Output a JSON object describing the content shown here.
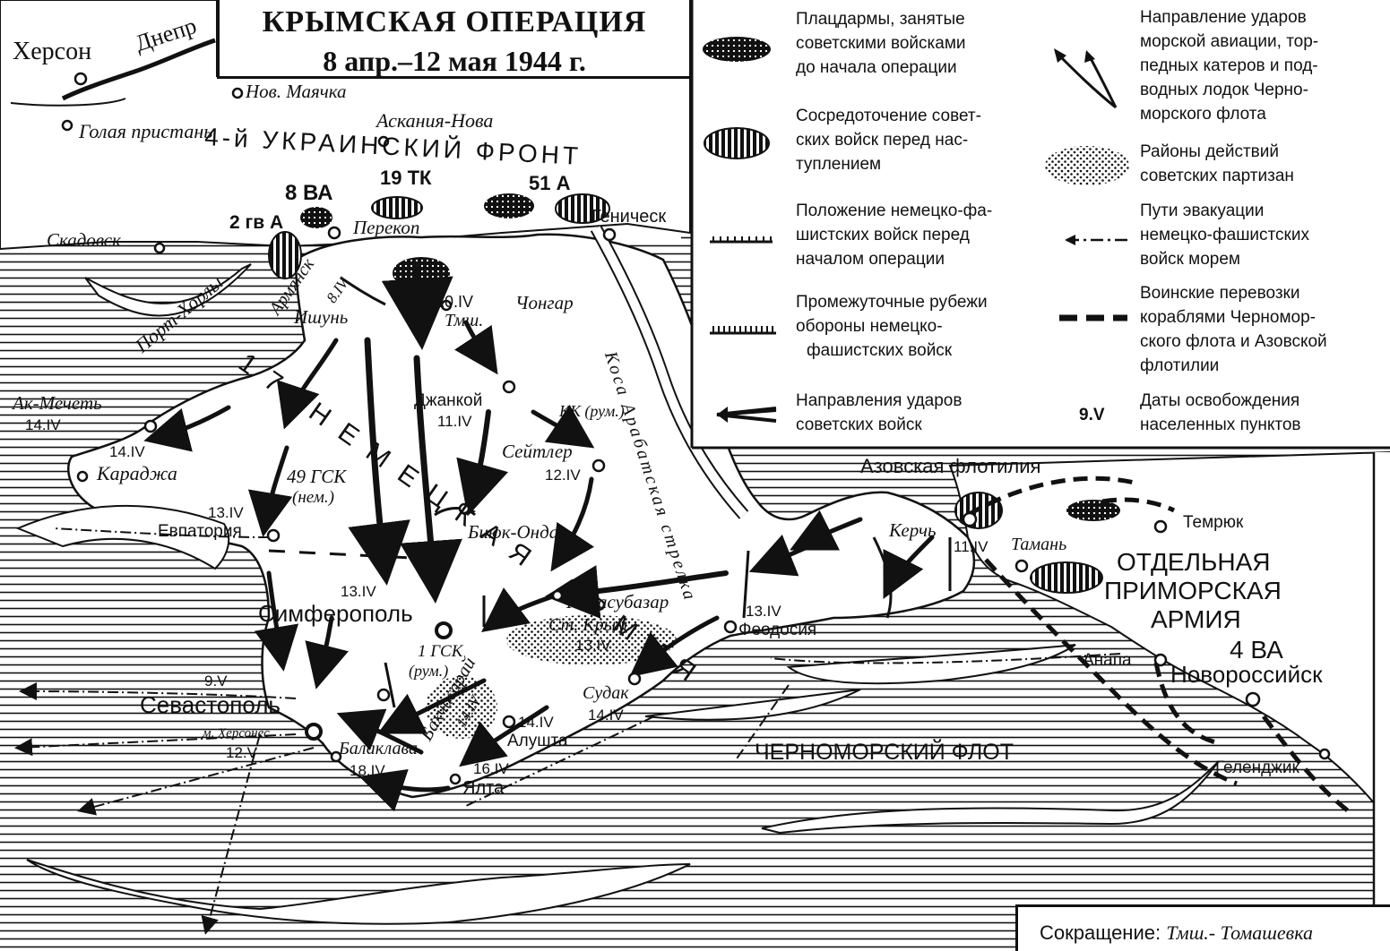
{
  "title": {
    "line1": "КРЫМСКАЯ ОПЕРАЦИЯ",
    "line2": "8 апр.–12 мая 1944 г."
  },
  "legend": {
    "col1": [
      {
        "symbol": "bridgehead",
        "text": [
          "Плацдармы, занятые",
          "советскими войсками",
          "до начала операции"
        ]
      },
      {
        "symbol": "concentration",
        "text": [
          "Сосредоточение совет-",
          "ских войск перед нас-",
          "туплением"
        ]
      },
      {
        "symbol": "german-line",
        "text": [
          "Положение немецко-фа-",
          "шистских войск перед",
          "началом операции"
        ]
      },
      {
        "symbol": "intermediate-line",
        "text": [
          "Промежуточные рубежи",
          "обороны немецко-",
          "фашистских войск"
        ]
      },
      {
        "symbol": "soviet-attack",
        "text": [
          "Направления ударов",
          "советских войск"
        ]
      }
    ],
    "col2": [
      {
        "symbol": "naval-strike",
        "text": [
          "Направление ударов",
          "морской авиации, тор-",
          "педных катеров и под-",
          "водных лодок Черно-",
          "морского флота"
        ]
      },
      {
        "symbol": "partisans",
        "text": [
          "Районы действий",
          "советских партизан"
        ]
      },
      {
        "symbol": "evacuation",
        "text": [
          "Пути эвакуации",
          "немецко-фашистских",
          "войск морем"
        ]
      },
      {
        "symbol": "transport",
        "text": [
          "Воинские перевозки",
          "кораблями Черномор-",
          "ского флота и Азовской",
          "флотилии"
        ]
      },
      {
        "symbol": "date",
        "label": "9.V",
        "text": [
          "Даты освобождения",
          "населенных пунктов"
        ]
      }
    ]
  },
  "places": {
    "kherson": "Херсон",
    "dnepr": "Днепр",
    "golaya": "Голая пристань",
    "novmayachka": "Нов. Маячка",
    "askania": "Аскания-Нова",
    "skadovsk": "Скадовск",
    "perekop": "Перекоп",
    "genichesk": "Геническ",
    "armyansk": "Армянск",
    "armyansk_date": "8.IV",
    "ishun": "Ишунь",
    "chongar": "Чонгар",
    "tmsh": "Тмш.",
    "tmsh_date": "10.IV",
    "port_khorly": "Порт-Хорлы",
    "ak_mechet": "Ак-Мечеть",
    "ak_mechet_date": "14.IV",
    "karadzha": "Караджа",
    "karadzha_date": "14.IV",
    "dzhankoy": "Джанкой",
    "dzhankoy_date": "11.IV",
    "kk": "КК (рум.)",
    "seitler": "Сейтлер",
    "seitler_date": "12.IV",
    "gsk49": "49 ГСК",
    "gsk49_sub": "(нем.)",
    "evpatoria": "Евпатория",
    "evpatoria_date": "13.IV",
    "biyuk": "Биюк-Ондар",
    "simferopol": "Симферополь",
    "simferopol_date": "13.IV",
    "karasubazar": "Карасубазар",
    "stkrym": "Ст. Крым",
    "stkrym_date": "13.IV",
    "feodosia": "Феодосия",
    "feodosia_date": "13.IV",
    "gsk1": "1 ГСК",
    "gsk1_sub": "(рум.)",
    "bakhchisaray": "Бахчисарай",
    "bakhchisaray_date": "14.IV",
    "sevastopol": "Севастополь",
    "sevastopol_date": "9.V",
    "khersones": "м. Херсонес",
    "khersones_date": "12.V",
    "balaklava": "Балаклава",
    "balaklava_date": "18.IV",
    "alushta": "Алушта",
    "alushta_date": "14.IV",
    "sudak": "Судак",
    "sudak_date": "14.IV",
    "yalta": "Ялта",
    "yalta_date": "16.IV",
    "kerch": "Керчь",
    "kerch_date": "11.IV",
    "taman": "Тамань",
    "temryuk": "Темрюк",
    "anapa": "Анапа",
    "novorossiysk": "Новороссийск",
    "gelendzhik": "Геленджик",
    "arabat": "Коса Арабатская стрелка"
  },
  "units": {
    "front": "4-й УКРАИНСКИЙ ФРОНТ",
    "va8": "8 ВА",
    "tk19": "19 ТК",
    "a51": "51 А",
    "gv2": "2 гв А",
    "army17": "17 НЕМЕЦКАЯ АРМИЯ",
    "azov_flot": "Азовская флотилия",
    "primorsk1": "ОТДЕЛЬНАЯ",
    "primorsk2": "ПРИМОРСКАЯ",
    "primorsk3": "АРМИЯ",
    "va4": "4 ВА",
    "black_sea_fleet": "ЧЕРНОМОРСКИЙ ФЛОТ"
  },
  "abbreviation": {
    "label": "Сокращение:",
    "value": "Тмш.- Томашевка"
  }
}
